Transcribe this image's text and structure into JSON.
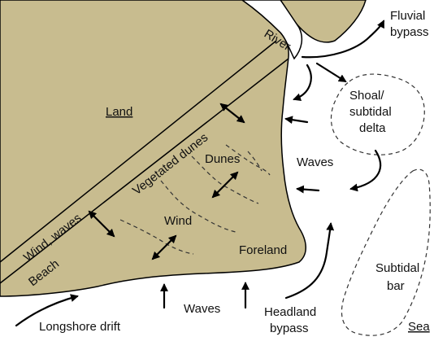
{
  "labels": {
    "land": "Land",
    "river": "River",
    "fluvial_bypass_1": "Fluvial",
    "fluvial_bypass_2": "bypass",
    "shoal_1": "Shoal/",
    "shoal_2": "subtidal",
    "shoal_3": "delta",
    "vegetated_dunes": "Vegetated dunes",
    "dunes": "Dunes",
    "waves_right": "Waves",
    "wind_waves": "Wind, waves",
    "wind": "Wind",
    "beach": "Beach",
    "foreland": "Foreland",
    "subtidal_bar_1": "Subtidal",
    "subtidal_bar_2": "bar",
    "waves_bottom": "Waves",
    "headland_bypass_1": "Headland",
    "headland_bypass_2": "bypass",
    "longshore_drift": "Longshore drift",
    "sea": "Sea"
  },
  "colors": {
    "land": "#C8BC8F",
    "sea": "#FFFFFF",
    "outline": "#000000"
  }
}
